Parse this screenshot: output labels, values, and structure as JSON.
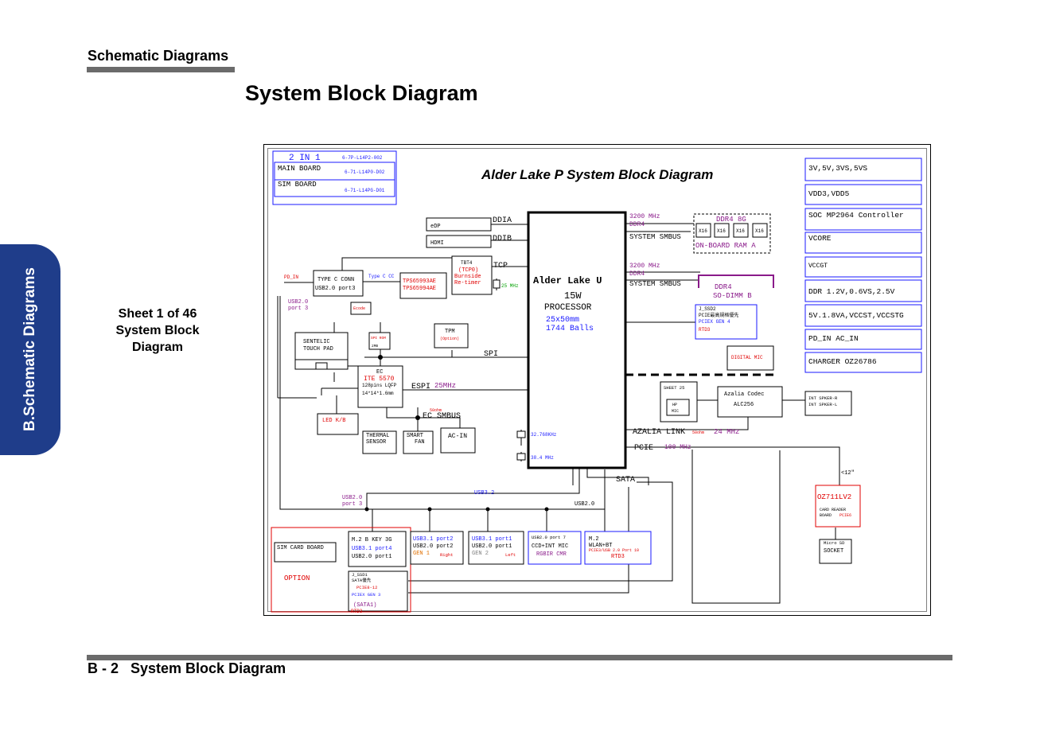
{
  "header": {
    "section_title": "Schematic  Diagrams",
    "page_title": "System Block Diagram",
    "side_tab": "B.Schematic Diagrams"
  },
  "sheet": {
    "line1": "Sheet 1 of 46",
    "line2": "System Block",
    "line3": "Diagram"
  },
  "footer": {
    "text": "B - 2   System Block Diagram"
  },
  "colors": {
    "accent_blue": "#1f3d8a",
    "bar_gray": "#6b6b6b",
    "label_red": "#e00000",
    "label_blue": "#1a1aff",
    "label_purple": "#8a1a8a"
  },
  "diagram": {
    "title": "Alder Lake P System Block Diagram",
    "boards": {
      "header": "2 IN 1",
      "header_part": "6-7P-L14P2-002",
      "main_board": "MAIN BOARD",
      "main_part": "6-71-L14P0-D02",
      "sim_board": "SIM BOARD",
      "sim_part": "6-71-L14PG-D01"
    },
    "power_list": [
      "3V,5V,3VS,5VS",
      "VDD3,VDD5",
      "SOC MP2964 Controller",
      "VCORE",
      "VCCGT",
      "DDR 1.2V,0.6VS,2.5V",
      "5V.1.8VA,VCCST,VCCSTG",
      "PD_IN AC_IN",
      "CHARGER OZ26786"
    ],
    "cpu": {
      "name": "Alder Lake U",
      "power": "15W",
      "label": "PROCESSOR",
      "size": "25x50mm",
      "balls": "1744 Balls",
      "xtal1": "32.768KHz",
      "xtal2": "38.4 MHz"
    },
    "display": {
      "edp": "eDP",
      "hdmi": "HDMI",
      "ddia": "DDIA",
      "ddib": "DDIB"
    },
    "memory": {
      "a_freq": "3200 MHz",
      "a_type": "DDR4",
      "a_bus": "SYSTEM SMBUS",
      "a_title": "DDR4 8G",
      "chips": [
        "X16",
        "X16",
        "X16",
        "X16"
      ],
      "a_label": "ON-BOARD RAM A",
      "b_freq": "3200 MHz",
      "b_type": "DDR4",
      "b_bus": "SYSTEM SMBUS",
      "b_title": "DDR4",
      "b_label": "SO-DIMM B"
    },
    "ssd2": {
      "line1": "J_SSD2",
      "line2": "PCIE最高規格優先",
      "line3": "PCIEX GEN 4",
      "line4": "RTD3"
    },
    "typec": {
      "pd_in": "PD_IN",
      "conn1": "TYPE C CONN",
      "conn2": "USB2.0 port3",
      "cc": "Type C CC",
      "pd1": "TPS65993AE",
      "pd2": "TPS65994AE",
      "usb_note1": "USB2.0",
      "usb_note2": "port 3",
      "tbt1": "TBT4",
      "tbt2": "(TCP0)",
      "tbt3": "Burnside",
      "tbt4": "Re-timer",
      "tbt_xtal": "25 MHz",
      "tcp": "TCP"
    },
    "ec": {
      "touchpad1": "SENTELIC",
      "touchpad2": "TOUCH PAD",
      "ec_label": "EC",
      "ec_chip": "ITE 5570",
      "ec_pkg1": "128pins LQFP",
      "ec_pkg2": "14*14*1.6mm",
      "rom1": "SPI ROM",
      "rom2": "2MB",
      "ecode": "Ecode",
      "tpm1": "TPM",
      "tpm2": "(Option)",
      "spi": "SPI",
      "espi": "ESPI",
      "espi_freq": "25MHz",
      "ohm": "50ohm",
      "smbus": "EC SMBUS",
      "kb": "LED K/B",
      "thermal1": "THERMAL",
      "thermal2": "SENSOR",
      "fan1": "SMART",
      "fan2": "FAN",
      "acin": "AC-IN"
    },
    "audio": {
      "digital_mic": "DIGITAL MIC",
      "sheet": "SHEET 25",
      "hp1": "HP",
      "hp2": "MIC",
      "codec1": "Azalia Codec",
      "codec2": "ALC256",
      "spk1": "INT SPKER-R",
      "spk2": "INT SPKER-L",
      "link": "AZALIA LINK",
      "link_ohm": "50ohm",
      "link_freq": "24 MHz"
    },
    "pcie": {
      "label": "PCIE",
      "freq": "100 MHz",
      "sata": "SATA",
      "usb32": "USB3.2",
      "usb20": "USB2.0",
      "usb20b1": "USB2.0",
      "usb20b2": "port 3"
    },
    "cardreader": {
      "size": "<12\"",
      "chip": "OZ711LV2",
      "l1": "CARD READER",
      "l2": "BOARD",
      "l3": "PCIE6",
      "sd1": "Micro SD",
      "sd2": "SOCKET"
    },
    "bottom": {
      "sim_card": "SIM CARD BOARD",
      "option": "OPTION",
      "m2b1": "M.2 B KEY 3G",
      "m2b2": "USB3.1 port4",
      "m2b3": "USB2.0 port1",
      "ssd1_1": "J_SSD1",
      "ssd1_2": "SATA優先",
      "ssd1_3": "PCIE8-12",
      "ssd1_4": "PCIEX GEN 3",
      "ssd1_5": "(SATA1)",
      "ssd1_6": "RTD3",
      "usbr1": "USB3.1 port2",
      "usbr2": "USB2.0 port2",
      "usbr3": "GEN 1",
      "usbr4": "Right",
      "usbl1": "USB3.1 port1",
      "usbl2": "USB2.0 port1",
      "usbl3": "GEN 2",
      "usbl4": "Left",
      "ccd1": "USB2.0 port 7",
      "ccd2": "CCD+INT MIC",
      "ccd3": "RGBIR CMR",
      "wlan1": "M.2",
      "wlan2": "WLAN+BT",
      "wlan3": "PCIE3/USB 2.0 Port 10",
      "wlan4": "RTD3"
    }
  }
}
